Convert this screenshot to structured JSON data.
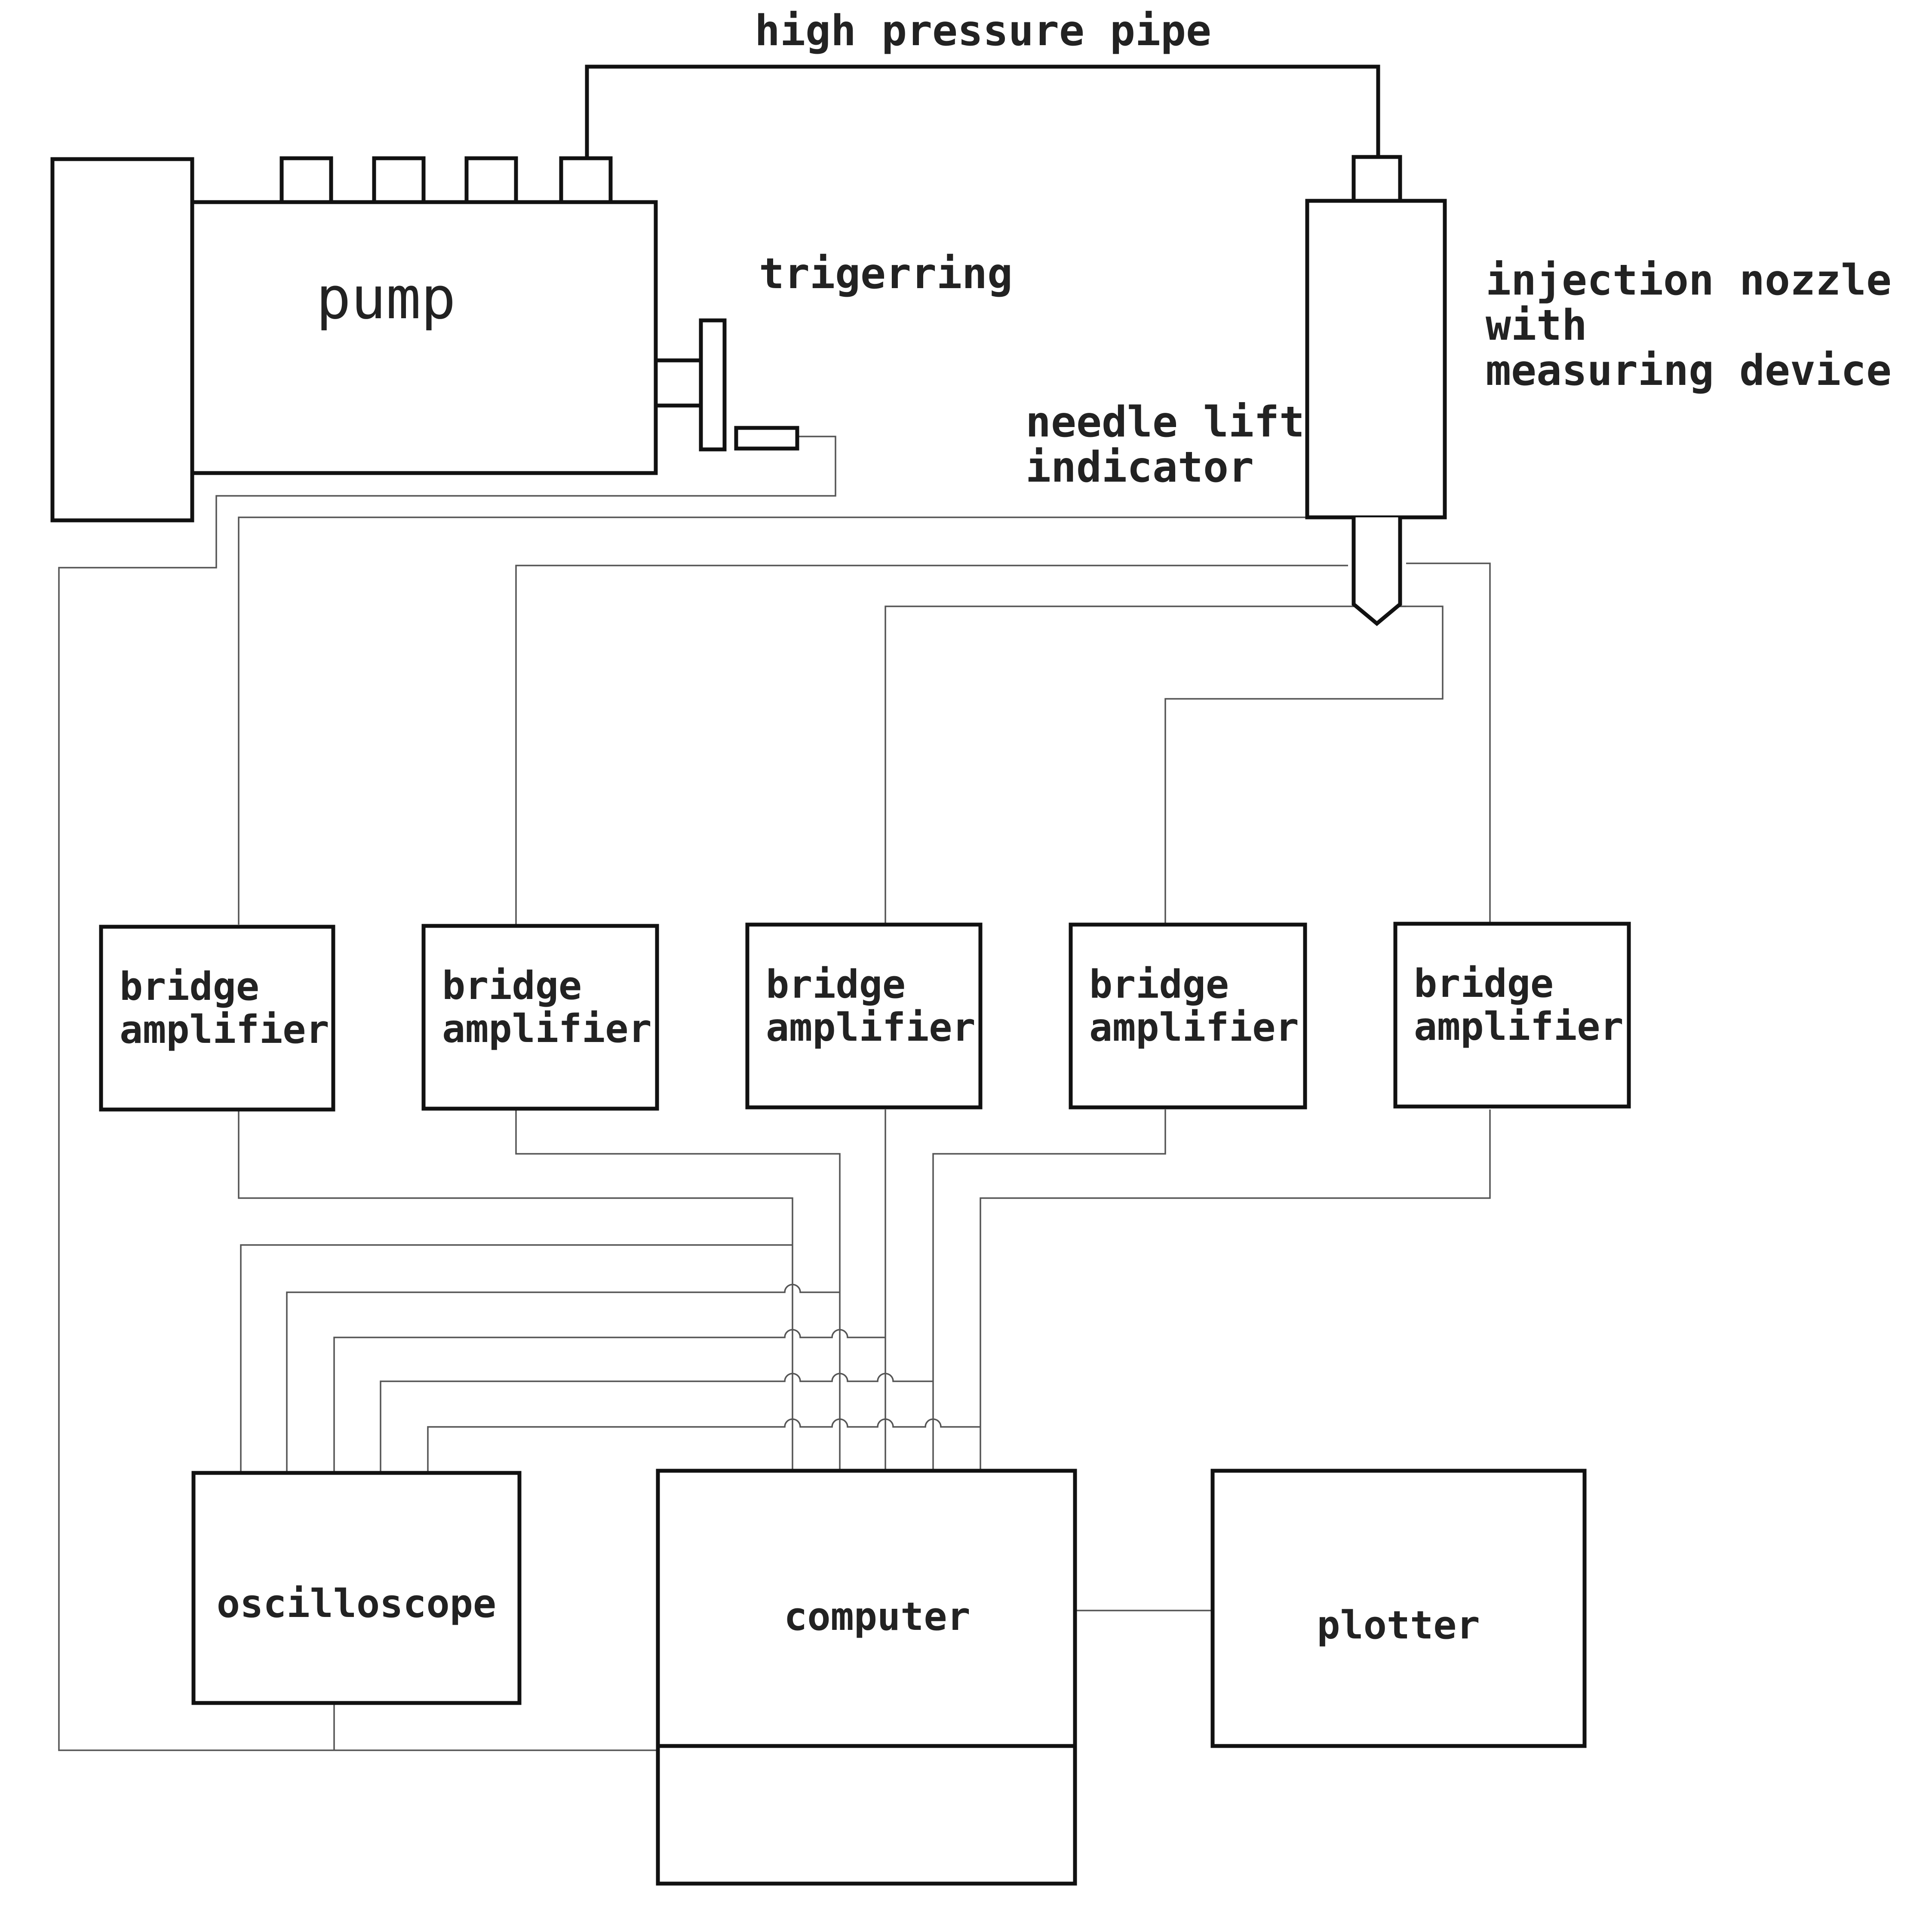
{
  "labels": {
    "high_pressure_pipe": "high pressure pipe",
    "pump": "pump",
    "trigerring": "trigerring",
    "nozzle_line1": "injection nozzle",
    "nozzle_line2": "with",
    "nozzle_line3": "measuring device",
    "needle_line1": "needle lift",
    "needle_line2": "indicator",
    "amplifier_line1": "bridge",
    "amplifier_line2": "amplifier",
    "oscilloscope": "oscilloscope",
    "computer": "computer",
    "plotter": "plotter"
  },
  "colors": {
    "line": "#111111",
    "wire": "#555555",
    "text": "#222222",
    "background": "#ffffff"
  }
}
